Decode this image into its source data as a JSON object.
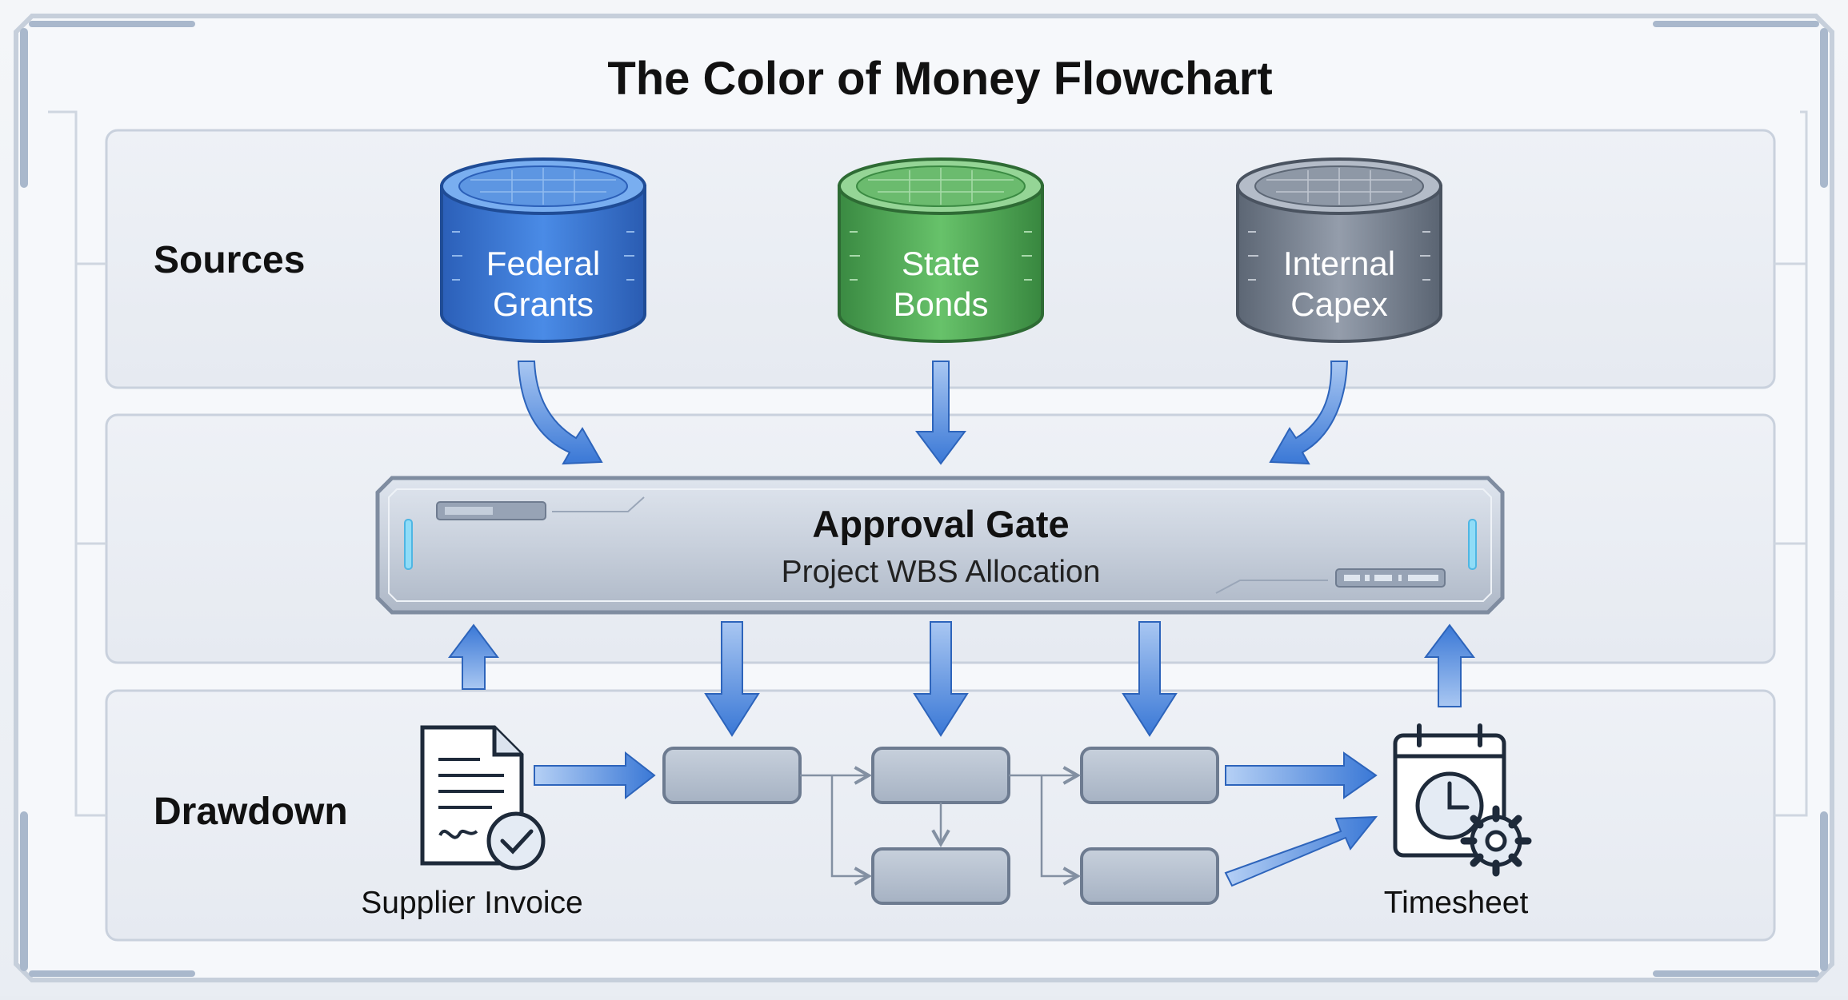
{
  "title": "The Color of Money Flowchart",
  "lanes": {
    "sources": "Sources",
    "drawdown": "Drawdown"
  },
  "sources": [
    {
      "line1": "Federal",
      "line2": "Grants",
      "color": "#3a78d6"
    },
    {
      "line1": "State",
      "line2": "Bonds",
      "color": "#4faa55"
    },
    {
      "line1": "Internal",
      "line2": "Capex",
      "color": "#7b8594"
    }
  ],
  "gate": {
    "title": "Approval Gate",
    "subtitle": "Project WBS Allocation"
  },
  "drawdown": {
    "invoice_label": "Supplier Invoice",
    "timesheet_label": "Timesheet"
  },
  "colors": {
    "arrow": "#3f7fd8",
    "box": "#b3bfcf"
  }
}
